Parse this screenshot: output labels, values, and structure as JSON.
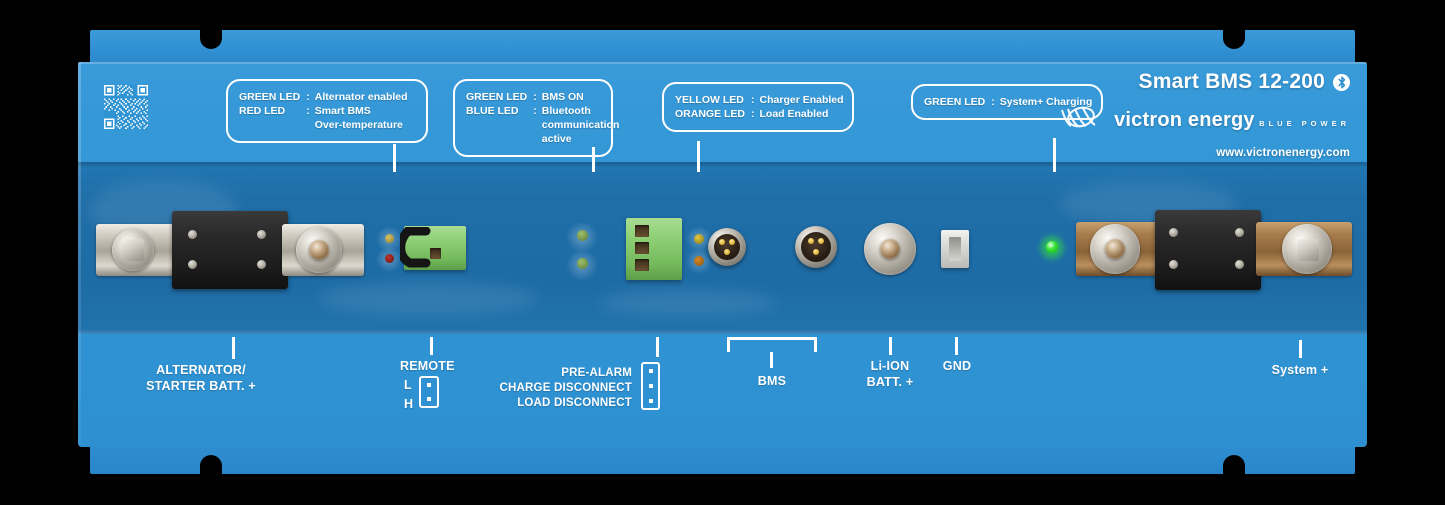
{
  "product": {
    "model": "Smart BMS 12-200",
    "bluetooth_icon": "bluetooth-icon",
    "brand": "victron energy",
    "brand_tagline": "BLUE POWER",
    "url": "www.victronenergy.com",
    "qr_icon": "qr-code-icon",
    "case_color": "#3094d4",
    "recess_color": "#1f6ea8"
  },
  "callouts": [
    {
      "name": "alternator-led-callout",
      "rows": [
        {
          "key": "GREEN LED",
          "colon": ":",
          "value": "Alternator enabled"
        },
        {
          "key": "RED LED",
          "colon": ":",
          "value": "Smart BMS"
        },
        {
          "key": "",
          "colon": "",
          "value": "Over-temperature"
        }
      ]
    },
    {
      "name": "bms-bluetooth-led-callout",
      "rows": [
        {
          "key": "GREEN LED",
          "colon": ":",
          "value": "BMS ON"
        },
        {
          "key": "BLUE LED",
          "colon": ":",
          "value": "Bluetooth"
        },
        {
          "key": "",
          "colon": "",
          "value": "communication"
        },
        {
          "key": "",
          "colon": "",
          "value": "active"
        }
      ]
    },
    {
      "name": "charger-load-led-callout",
      "rows": [
        {
          "key": "YELLOW LED",
          "colon": ":",
          "value": "Charger Enabled"
        },
        {
          "key": "ORANGE LED",
          "colon": ":",
          "value": "Load Enabled"
        }
      ]
    },
    {
      "name": "system-charging-led-callout",
      "rows": [
        {
          "key": "GREEN LED",
          "colon": ":",
          "value": "System+ Charging"
        }
      ]
    }
  ],
  "terminal_labels": {
    "alternator_line1": "ALTERNATOR/",
    "alternator_line2": "STARTER BATT. +",
    "remote": "REMOTE",
    "remote_pin_low": "L",
    "remote_pin_high": "H",
    "pre_alarm": "PRE-ALARM",
    "charge_disconnect": "CHARGE DISCONNECT",
    "load_disconnect": "LOAD DISCONNECT",
    "bms": "BMS",
    "liion_line1": "Li-ION",
    "liion_line2": "BATT. +",
    "gnd": "GND",
    "system_plus": "System +"
  },
  "leds": [
    {
      "name": "led-alternator-green",
      "color": "#7fbf3f",
      "lit": false
    },
    {
      "name": "led-alternator-red",
      "color": "#8e1c18",
      "lit": false
    },
    {
      "name": "led-bms-on-green",
      "color": "#6f9d46",
      "lit": false
    },
    {
      "name": "led-bluetooth-blue",
      "color": "#6f9d46",
      "lit": false
    },
    {
      "name": "led-charger-yellow",
      "color": "#b8a52c",
      "lit": false
    },
    {
      "name": "led-load-orange",
      "color": "#b3701b",
      "lit": false
    },
    {
      "name": "led-system-charging-green",
      "color": "#23c723",
      "lit": true
    }
  ]
}
